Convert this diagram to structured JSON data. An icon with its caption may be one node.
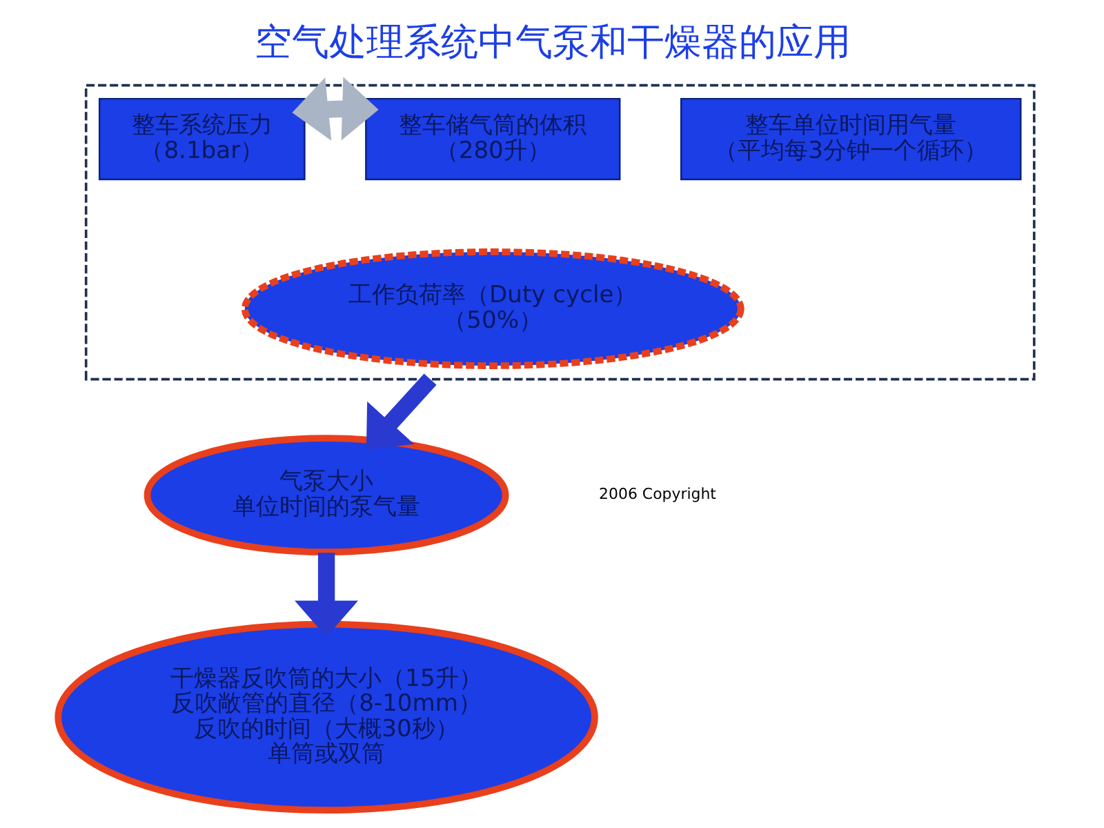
{
  "diagram": {
    "title": "空气处理系统中气泵和干燥器的应用",
    "nodes": [
      {
        "text": [],
        "shape": "box"
      },
      {
        "text": [
          "整车系统压力",
          "（8.1bar）"
        ],
        "in": 0
      },
      {
        "text": [
          "整车储气筒的体积",
          "（280升）"
        ],
        "in": 0
      },
      {
        "text": [
          "整车单位时间用气量",
          "（平均每3分钟一个循环）"
        ],
        "in": 0
      },
      {
        "text": [
          "工作负荷率（Duty cycle）",
          "（50%）"
        ],
        "in": 0
      },
      {
        "text": [
          "气泵大小",
          "单位时间的泵气量"
        ]
      },
      {
        "text": [
          "干燥器反吹筒的大小（15升）",
          "反吹敞管的直径（8-10mm）",
          "反吹的时间（大概30秒）",
          "单筒或双筒"
        ]
      }
    ],
    "edges": [
      {
        "from": 1,
        "to": 2,
        "arrow": "both",
        "color": "#a9b4c4"
      },
      {
        "from": 0,
        "to": 5,
        "arrow": "to"
      },
      {
        "from": 5,
        "to": 6,
        "arrow": "to"
      }
    ],
    "labels": [
      "2006 Copyright"
    ]
  }
}
